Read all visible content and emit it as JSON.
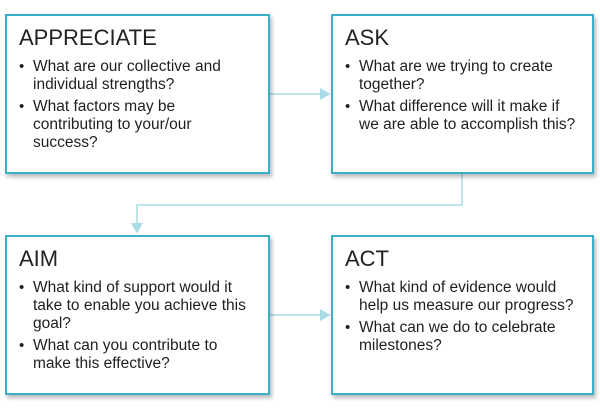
{
  "boxes": {
    "appreciate": {
      "title": "APPRECIATE",
      "items": [
        "What are our collective and individual strengths?",
        "What factors may be contributing to your/our success?"
      ]
    },
    "ask": {
      "title": "ASK",
      "items": [
        "What are we trying to create together?",
        "What difference will it make if we are able to accomplish this?"
      ]
    },
    "aim": {
      "title": "AIM",
      "items": [
        "What kind of support would it take to enable you achieve this goal?",
        "What can you contribute to make this effective?"
      ]
    },
    "act": {
      "title": "ACT",
      "items": [
        "What kind of evidence would help us measure our progress?",
        "What can we do to celebrate milestones?"
      ]
    }
  },
  "colors": {
    "border": "#3ab0c8",
    "connector": "#a8dbe6"
  }
}
